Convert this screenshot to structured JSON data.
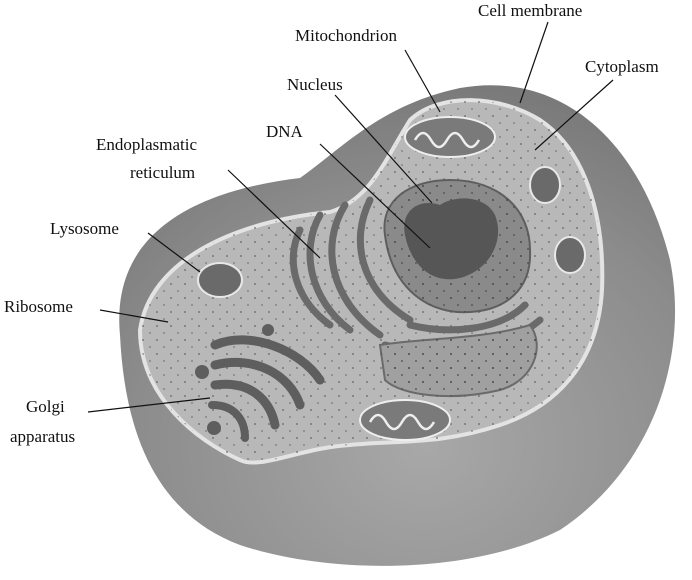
{
  "diagram": {
    "labels": {
      "cell_membrane": "Cell membrane",
      "mitochondrion": "Mitochondrion",
      "cytoplasm": "Cytoplasm",
      "nucleus": "Nucleus",
      "dna": "DNA",
      "endoplasmatic_line1": "Endoplasmatic",
      "endoplasmatic_line2": "reticulum",
      "lysosome": "Lysosome",
      "ribosome": "Ribosome",
      "golgi_line1": "Golgi",
      "golgi_line2": "apparatus"
    },
    "colors": {
      "outer_shell": "#8f8f8f",
      "cut_face": "#b5b5b5",
      "rim": "#d9d9d9",
      "organelle_dark": "#6e6e6e",
      "nucleus_inner": "#5a5a5a",
      "ink": "#111111"
    }
  }
}
